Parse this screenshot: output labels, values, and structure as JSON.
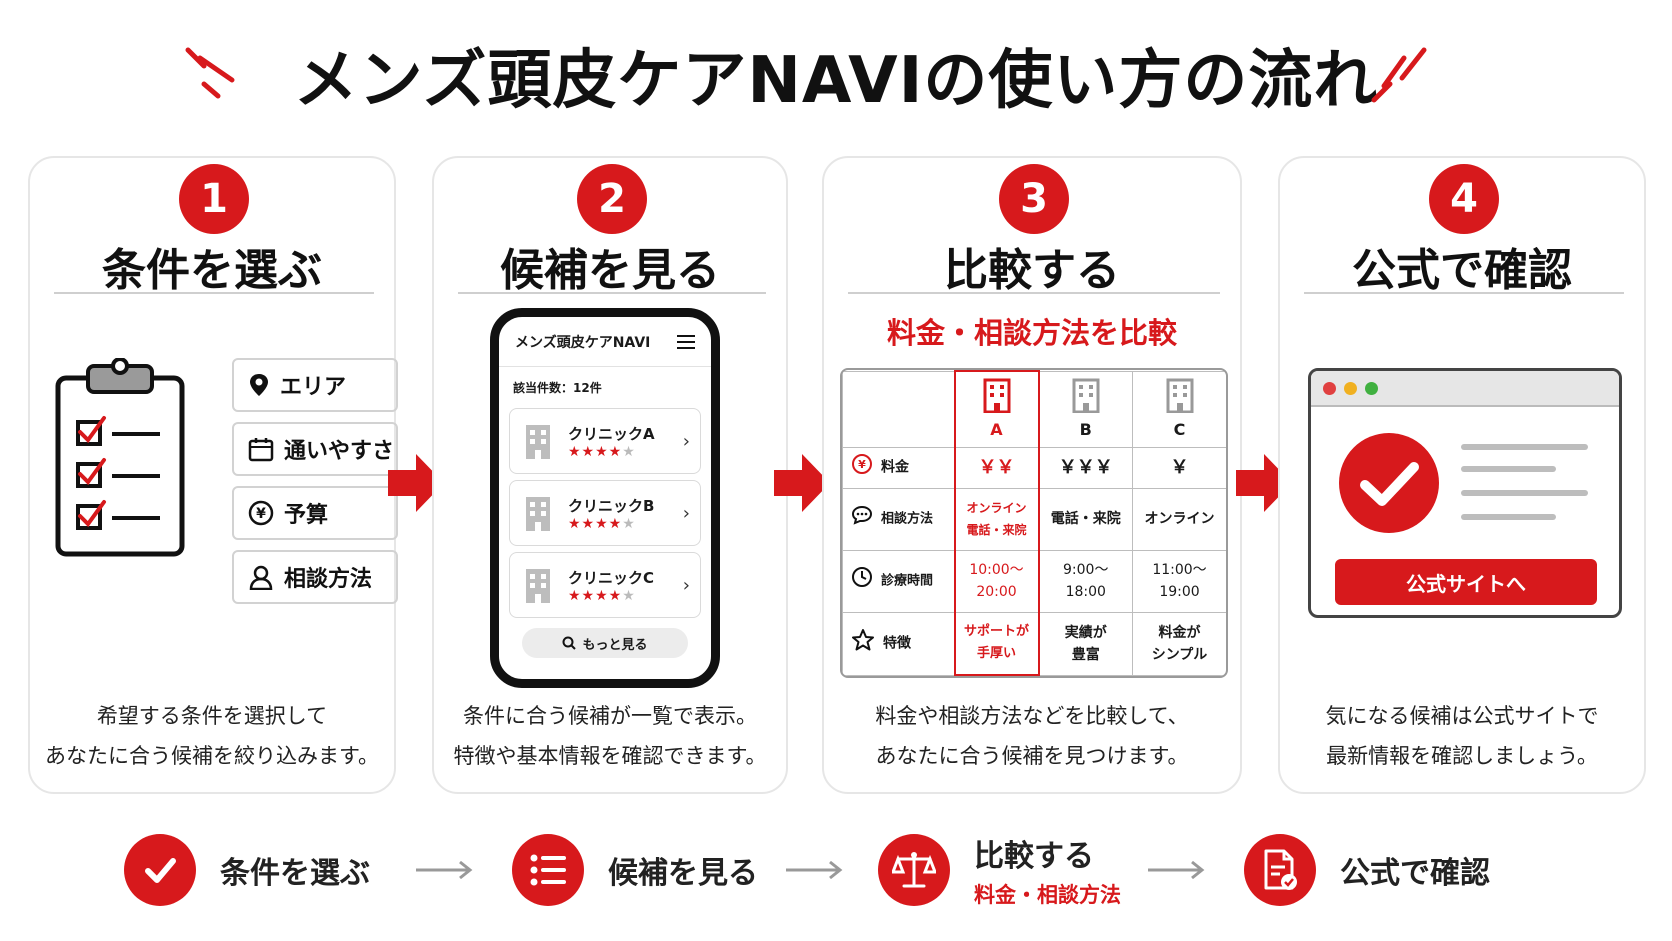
{
  "title": "メンズ頭皮ケアNAVIの使い方の流れ",
  "colors": {
    "accent": "#d7191c",
    "border": "#e6e6e6",
    "text": "#111111"
  },
  "steps": [
    {
      "number": "1",
      "title": "条件を選ぶ",
      "tags": [
        "エリア",
        "通いやすさ",
        "予算",
        "相談方法"
      ],
      "tag_icons": [
        "location-pin-icon",
        "calendar-icon",
        "yen-icon",
        "person-icon"
      ],
      "desc_line1": "希望する条件を選択して",
      "desc_line2": "あなたに合う候補を絞り込みます。"
    },
    {
      "number": "2",
      "title": "候補を見る",
      "phone": {
        "app_title": "メンズ頭皮ケアNAVI",
        "count": "該当件数：12件",
        "clinics": [
          {
            "name": "クリニックA",
            "stars": "★★★★",
            "off_star": "★"
          },
          {
            "name": "クリニックB",
            "stars": "★★★★",
            "off_star": "★"
          },
          {
            "name": "クリニックC",
            "stars": "★★★★",
            "off_star": "★"
          }
        ],
        "more_label": "もっと見る"
      },
      "desc_line1": "条件に合う候補が一覧で表示。",
      "desc_line2": "特徴や基本情報を確認できます。"
    },
    {
      "number": "3",
      "title": "比較する",
      "compare_title": "料金・相談方法を比較",
      "columns": [
        "A",
        "B",
        "C"
      ],
      "rows": [
        {
          "label": "料金",
          "icon": "yen-icon",
          "a": "￥￥",
          "b": "￥￥￥",
          "c": "￥"
        },
        {
          "label": "相談方法",
          "icon": "chat-icon",
          "a": "オンライン\n電話・来院",
          "b": "電話・来院",
          "c": "オンライン"
        },
        {
          "label": "診療時間",
          "icon": "clock-icon",
          "a": "10:00～\n20:00",
          "b": "9:00～\n18:00",
          "c": "11:00～\n19:00"
        },
        {
          "label": "特徴",
          "icon": "star-icon",
          "a": "サポートが\n手厚い",
          "b": "実績が\n豊富",
          "c": "料金が\nシンプル"
        }
      ],
      "desc_line1": "料金や相談方法などを比較して、",
      "desc_line2": "あなたに合う候補を見つけます。"
    },
    {
      "number": "4",
      "title": "公式で確認",
      "button_label": "公式サイトへ",
      "desc_line1": "気になる候補は公式サイトで",
      "desc_line2": "最新情報を確認しましょう。"
    }
  ],
  "bottom_flow": [
    {
      "label": "条件を選ぶ",
      "icon": "check-icon"
    },
    {
      "label": "候補を見る",
      "icon": "list-icon"
    },
    {
      "label": "比較する",
      "sub": "料金・相談方法",
      "icon": "scale-icon"
    },
    {
      "label": "公式で確認",
      "icon": "document-check-icon"
    }
  ]
}
